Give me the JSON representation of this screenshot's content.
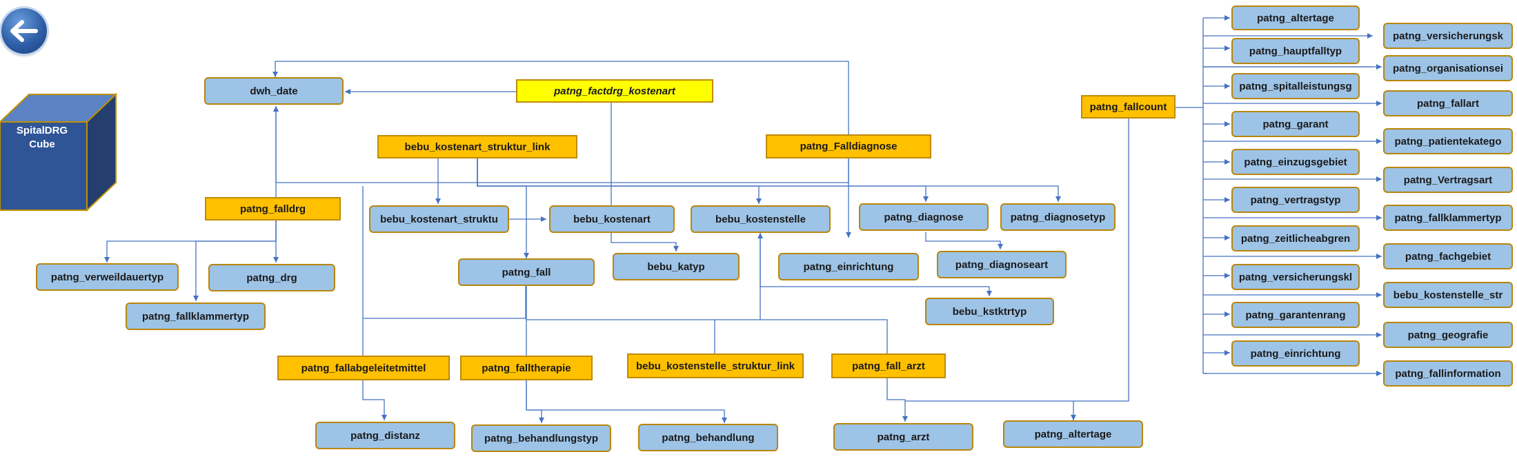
{
  "cube": {
    "line1": "SpitalDRG",
    "line2": "Cube"
  },
  "nodes": {
    "main_fact": "patng_factdrg_kostenart",
    "dwh_date": "dwh_date",
    "bebu_kostenart_struktur_link": "bebu_kostenart_struktur_link",
    "patng_falldiagnose": "patng_Falldiagnose",
    "patng_fallcount": "patng_fallcount",
    "patng_falldrg": "patng_falldrg",
    "bebu_kostenart_struktu": "bebu_kostenart_struktu",
    "bebu_kostenart": "bebu_kostenart",
    "bebu_kostenstelle": "bebu_kostenstelle",
    "patng_diagnose": "patng_diagnose",
    "patng_diagnosetyp": "patng_diagnosetyp",
    "patng_verweildauertyp": "patng_verweildauertyp",
    "patng_drg": "patng_drg",
    "patng_fall": "patng_fall",
    "bebu_katyp": "bebu_katyp",
    "patng_einrichtung_mid": "patng_einrichtung",
    "patng_diagnoseart": "patng_diagnoseart",
    "patng_fallklammertyp_left": "patng_fallklammertyp",
    "bebu_kstktrtyp": "bebu_kstktrtyp",
    "patng_fallabgeleitetmittel": "patng_fallabgeleitetmittel",
    "patng_falltherapie": "patng_falltherapie",
    "bebu_kostenstelle_struktur_link": "bebu_kostenstelle_struktur_link",
    "patng_fall_arzt": "patng_fall_arzt",
    "patng_distanz": "patng_distanz",
    "patng_behandlungstyp": "patng_behandlungstyp",
    "patng_behandlung": "patng_behandlung",
    "patng_arzt": "patng_arzt",
    "patng_altertage_bottom": "patng_altertage",
    "r_altertage": "patng_altertage",
    "r_hauptfalltyp": "patng_hauptfalltyp",
    "r_spitalleistungsg": "patng_spitalleistungsg",
    "r_garant": "patng_garant",
    "r_einzugsgebiet": "patng_einzugsgebiet",
    "r_vertragstyp": "patng_vertragstyp",
    "r_zeitlicheabgren": "patng_zeitlicheabgren",
    "r_versicherungskl": "patng_versicherungskl",
    "r_garantenrang": "patng_garantenrang",
    "r_einrichtung": "patng_einrichtung",
    "s_versicherungsk": "patng_versicherungsk",
    "s_organisationsei": "patng_organisationsei",
    "s_fallart": "patng_fallart",
    "s_patientekatego": "patng_patientekatego",
    "s_vertragsart": "patng_Vertragsart",
    "s_fallklammertyp": "patng_fallklammertyp",
    "s_fachgebiet": "patng_fachgebiet",
    "s_kostenstelle_str": "bebu_kostenstelle_str",
    "s_geografie": "patng_geografie",
    "s_fallinformation": "patng_fallinformation"
  },
  "colors": {
    "dimension_fill": "#9dc3e6",
    "fact_fill": "#ffc000",
    "main_fact_fill": "#ffff00",
    "connector": "#4472c4",
    "cube_fill": "#2f5597"
  }
}
